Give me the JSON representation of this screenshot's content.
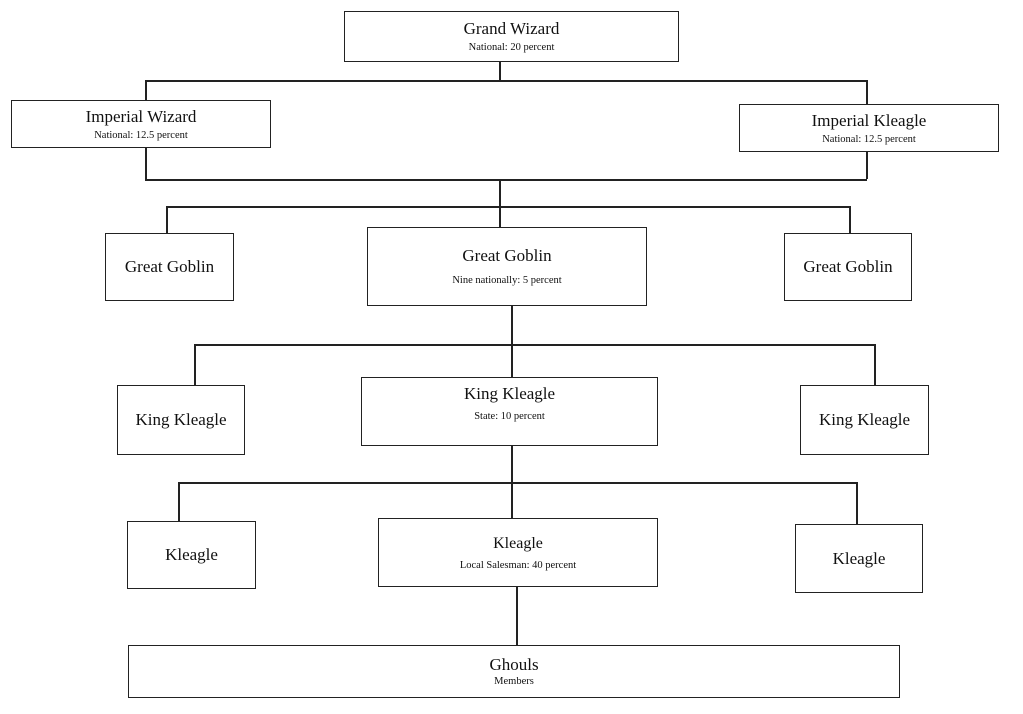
{
  "grand_wizard": {
    "title": "Grand Wizard",
    "sub": "National: 20 percent"
  },
  "imperial_wizard": {
    "title": "Imperial Wizard",
    "sub": "National: 12.5 percent"
  },
  "imperial_kleagle": {
    "title": "Imperial Kleagle",
    "sub": "National: 12.5 percent"
  },
  "great_goblin_left": {
    "title": "Great Goblin"
  },
  "great_goblin_center": {
    "title": "Great Goblin",
    "sub": "Nine nationally: 5 percent"
  },
  "great_goblin_right": {
    "title": "Great Goblin"
  },
  "king_kleagle_left": {
    "title": "King Kleagle"
  },
  "king_kleagle_center": {
    "title": "King Kleagle",
    "sub": "State: 10 percent"
  },
  "king_kleagle_right": {
    "title": "King Kleagle"
  },
  "kleagle_left": {
    "title": "Kleagle"
  },
  "kleagle_center": {
    "title": "Kleagle",
    "sub": "Local Salesman: 40 percent"
  },
  "kleagle_right": {
    "title": "Kleagle"
  },
  "ghouls": {
    "title": "Ghouls",
    "sub": "Members"
  }
}
